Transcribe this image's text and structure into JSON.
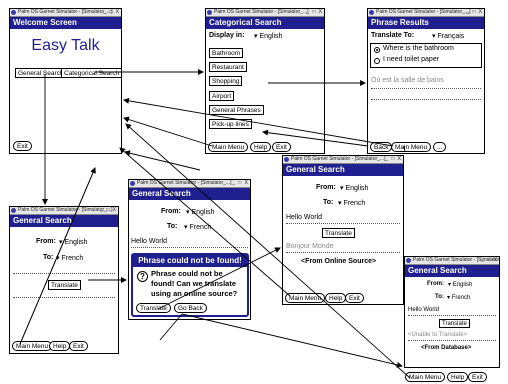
{
  "sim_bar": "Palm OS Garnet Simulator - [Simulator_...]",
  "sim_buttons": "_ □ X",
  "w1": {
    "title": "Welcome Screen",
    "heading": "Easy Talk",
    "general_search": "General Search",
    "categorical_search": "Categorical Search",
    "exit": "Exit"
  },
  "w2": {
    "title": "Categorical Search",
    "display_label": "Display in:",
    "display_value": "English",
    "categories": [
      "Bathroom",
      "Restaurant",
      "Shopping",
      "Airport",
      "General Phrases",
      "Pick-up lines"
    ],
    "main_menu": "Main Menu",
    "help": "Help",
    "exit": "Exit"
  },
  "w3": {
    "title": "Phrase Results",
    "translate_label": "Translate To:",
    "translate_value": "Français",
    "options": [
      "Where is the bathroom",
      "I need toilet paper"
    ],
    "result": "Où est la salle de bains",
    "back": "Back",
    "main_menu": "Main Menu",
    "more": "..."
  },
  "w4": {
    "title": "General Search",
    "from_label": "From:",
    "from_value": "English",
    "to_label": "To:",
    "to_value": "French",
    "translate": "Translate",
    "main_menu": "Main Menu",
    "help": "Help",
    "exit": "Exit"
  },
  "w5": {
    "title": "General Search",
    "from_label": "From:",
    "from_value": "English",
    "to_label": "To:",
    "to_value": "French",
    "input": "Hello World",
    "dialog_title": "Phrase could not be found!",
    "dialog_text": "Phrase could not be found! Can we translate using an online source?",
    "dialog_translate": "Translate",
    "dialog_goback": "Go Back"
  },
  "w6": {
    "title": "General Search",
    "from_label": "From:",
    "from_value": "English",
    "to_label": "To:",
    "to_value": "French",
    "input": "Hello World",
    "translate": "Translate",
    "result": "Bonjour Monde",
    "source": "<From Online Source>",
    "main_menu": "Main Menu",
    "help": "Help",
    "exit": "Exit"
  },
  "w7": {
    "title": "General Search",
    "from_label": "From:",
    "from_value": "English",
    "to_label": "To:",
    "to_value": "French",
    "input": "Hello World",
    "translate": "Translate",
    "result": "<Unable to Translate>",
    "source": "<From Database>",
    "main_menu": "Main Menu",
    "help": "Help",
    "exit": "Exit"
  }
}
